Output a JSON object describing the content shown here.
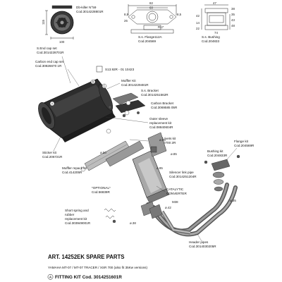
{
  "labels": {
    "db_killer": [
      "Db-killer N°59",
      "Cod.3014228801R"
    ],
    "s_end_cap": [
      "S.End cap set",
      "Cod.3014228701R"
    ],
    "carbon_cap": [
      "Carbon end cap set",
      "Cod.30826670 1R"
    ],
    "flange_code": "S13.92R - 01 10423",
    "muffler_kit": [
      "Muffler Kit",
      "Cod.3014229481R"
    ],
    "s_bracket": [
      "S.s. Bracket",
      "Cod.3014251562R"
    ],
    "carbon_bracket": [
      "Carbon Bracket",
      "Cod.3069585 05R"
    ],
    "outer_sleeve": [
      "Outer sleeve",
      "replacement kit",
      "Cod.08840604R"
    ],
    "bolts_rivets": [
      "Bolts and rivets kit",
      "Cod.08840700 2R"
    ],
    "sticker_kit": [
      "Sticker kit",
      "Cod.206721R"
    ],
    "repack_kit": [
      "Muffler repack kit",
      "Cod.414205R"
    ],
    "optional": [
      "*OPTIONAL*",
      "Cod.56839R"
    ],
    "springs": [
      "Short spring and",
      "rubber",
      "replacement kit",
      "Cod.303949001R"
    ],
    "silencer_link": [
      "Silencer link pipe",
      "Cod.3014251204R"
    ],
    "catalytic": [
      "CATALYTIC",
      "CONVERTER"
    ],
    "header_pipes": [
      "Header pipes",
      "Cod.3014030205R"
    ],
    "flange_kit": [
      "Flange kit",
      "Cod.204569R"
    ],
    "bushing_kit": [
      "Bushing kit",
      "Cod.204833R"
    ],
    "flange_112": [
      "S.s. Flange112A",
      "Cod.204569"
    ],
    "s_bushing": [
      "S.s. Bushing",
      "Cod.204833"
    ]
  },
  "dimensions": {
    "dbk_height": "115",
    "dbk_width": "100",
    "flange_total": "82",
    "flange_inner": "60",
    "flange_hole_l": "8,5",
    "flange_hole_r": "8,5",
    "flange_height": "26",
    "flange_r": "R17",
    "bush_d47": "47",
    "bush_d38": "38",
    "bush_d35": "35",
    "bush_d43": "43",
    "bush_d48": "48",
    "bush_74": "74",
    "bush_42": "42",
    "bush_14": "14",
    "bush_22": "22"
  },
  "callouts": {
    "a": "A",
    "b": "B",
    "c": "C",
    "e85_1": "ø.85",
    "e85_2": "ø.85",
    "e85_3": "ø.85",
    "e50": "ø.50",
    "e42": "ø.42",
    "e35": "ø.35",
    "e38": "ø.38",
    "m38": "M38"
  },
  "footer": {
    "title": "ART. 14252EK SPARE PARTS",
    "models": "YAMAHA MT-07 / MT-07 TRACER / XSR 700 (also fit 35Kw versions)",
    "fitting_prefix": "A",
    "fitting": "FITTING KIT Cod. 3014251601R"
  }
}
